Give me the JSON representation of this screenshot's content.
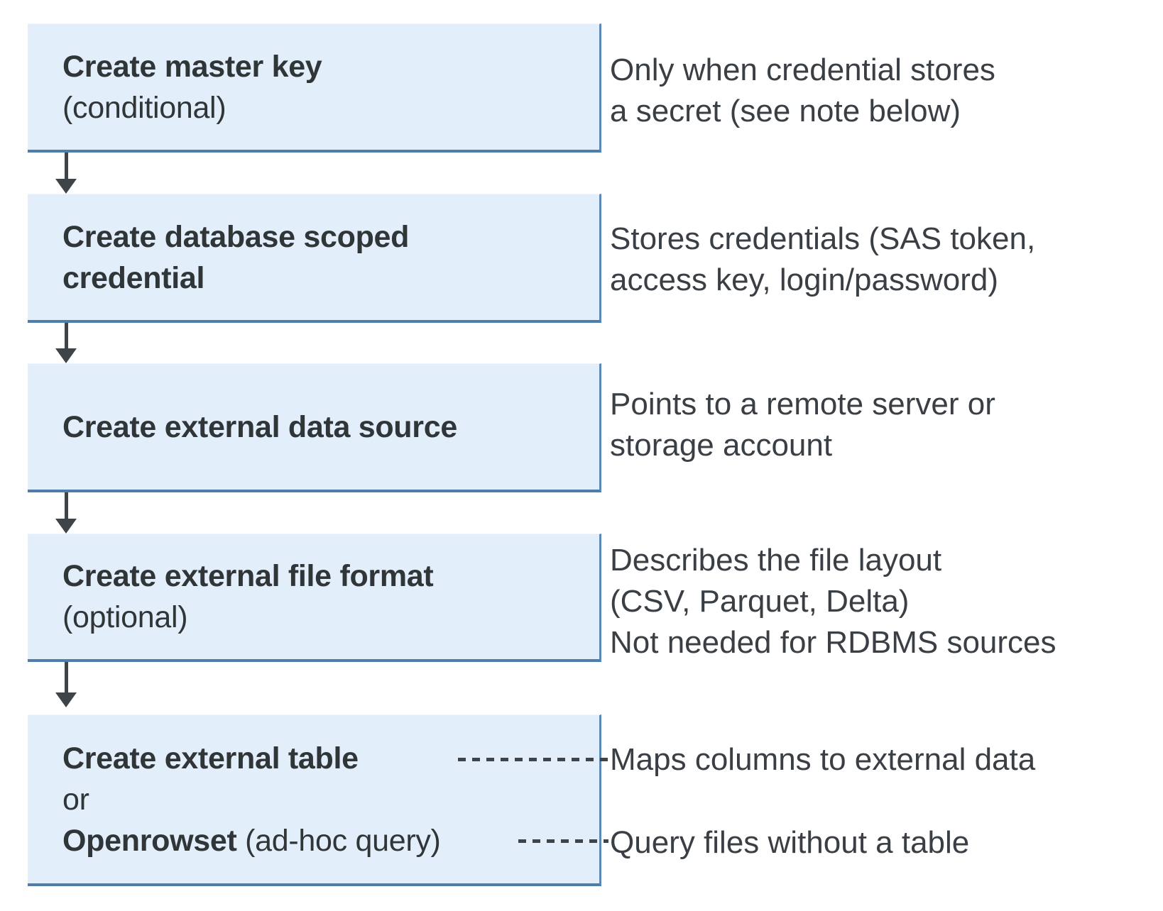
{
  "diagram": {
    "boxes": [
      {
        "title": "Create master key",
        "subtitle": "(conditional)"
      },
      {
        "title": "Create database scoped credential"
      },
      {
        "title": "Create external data source"
      },
      {
        "title": "Create external file format",
        "subtitle": "(optional)"
      },
      {
        "title": "Create external table",
        "connector_word": "or",
        "alt_title": "Openrowset",
        "alt_suffix": " (ad-hoc query)"
      }
    ],
    "annotations": [
      {
        "lines": [
          "Only when credential stores",
          "a secret (see note below)"
        ]
      },
      {
        "lines": [
          "Stores credentials (SAS token,",
          "access key, login/password)"
        ]
      },
      {
        "lines": [
          "Points to a remote server or",
          "storage account"
        ]
      },
      {
        "lines": [
          "Describes the file layout",
          "(CSV, Parquet, Delta)",
          "Not needed for RDBMS sources"
        ]
      },
      {
        "lines": [
          "Maps columns to external data"
        ]
      },
      {
        "lines": [
          "Query files without a table"
        ]
      }
    ],
    "colors": {
      "box-fill": "#e3eefb",
      "box-border": "#4d7dab",
      "box-border-right": "#5b89b8",
      "arrow": "#3f4448",
      "ink": "#303538",
      "note-ink": "#3a3f45"
    }
  }
}
